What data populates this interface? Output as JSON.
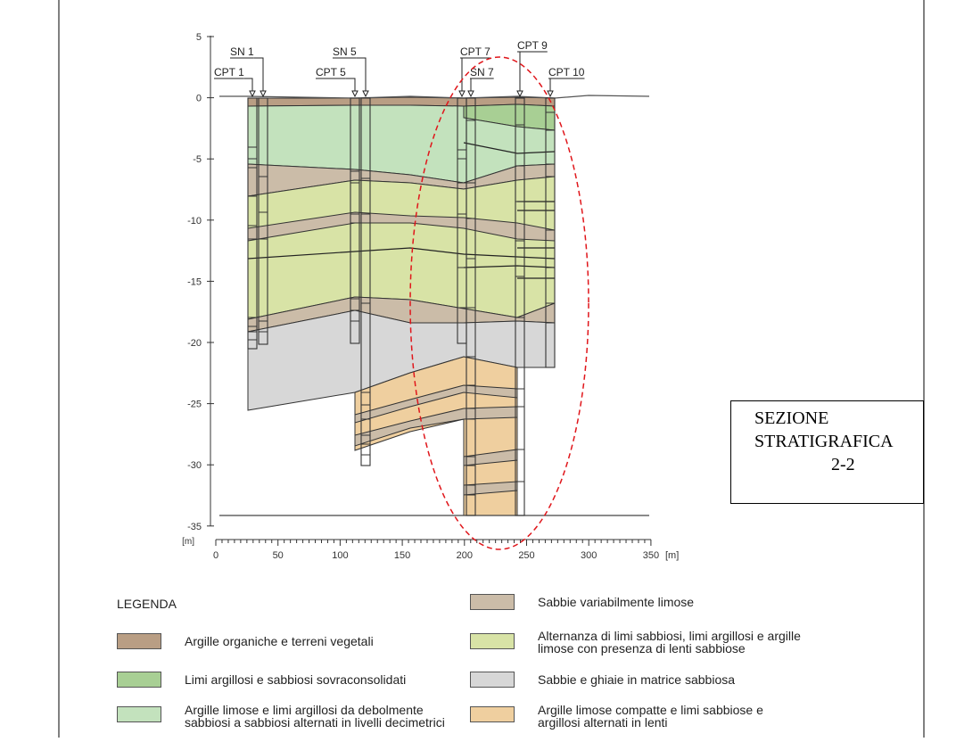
{
  "axes": {
    "y_ticks": [
      "5",
      "0",
      "-5",
      "-10",
      "-15",
      "-20",
      "-25",
      "-30",
      "-35"
    ],
    "y_unit": "[m]",
    "x_ticks": [
      "0",
      "50",
      "100",
      "150",
      "200",
      "250",
      "300",
      "350"
    ],
    "x_unit": "[m]"
  },
  "boreholes": [
    {
      "label": "CPT 1"
    },
    {
      "label": "SN 1"
    },
    {
      "label": "CPT 5"
    },
    {
      "label": "SN 5"
    },
    {
      "label": "CPT 7"
    },
    {
      "label": "SN 7"
    },
    {
      "label": "CPT 9"
    },
    {
      "label": "CPT 10"
    }
  ],
  "section_title": {
    "line1": "SEZIONE",
    "line2": "STRATIGRAFICA",
    "line3": "2-2"
  },
  "legend": {
    "title": "LEGENDA",
    "items": [
      {
        "label": "Argille organiche e terreni vegetali",
        "color": "#b99e84"
      },
      {
        "label": "Limi argillosi e sabbiosi sovraconsolidati",
        "color": "#a8cf94"
      },
      {
        "label": "Argille limose e limi argillosi da debolmente\nsabbiosi a sabbiosi alternati in livelli decimetrici",
        "color": "#c3e2bd"
      },
      {
        "label": "Sabbie variabilmente limose",
        "color": "#cbbca8"
      },
      {
        "label": "Alternanza di limi sabbiosi, limi argillosi e argille\nlimose con presenza di lenti sabbiose",
        "color": "#d8e3a6"
      },
      {
        "label": "Sabbie e ghiaie in matrice sabbiosa",
        "color": "#d7d7d7"
      },
      {
        "label": "Argille limose compatte e limi sabbiose e\nargillosi alternati in lenti",
        "color": "#efcf9f"
      }
    ]
  }
}
